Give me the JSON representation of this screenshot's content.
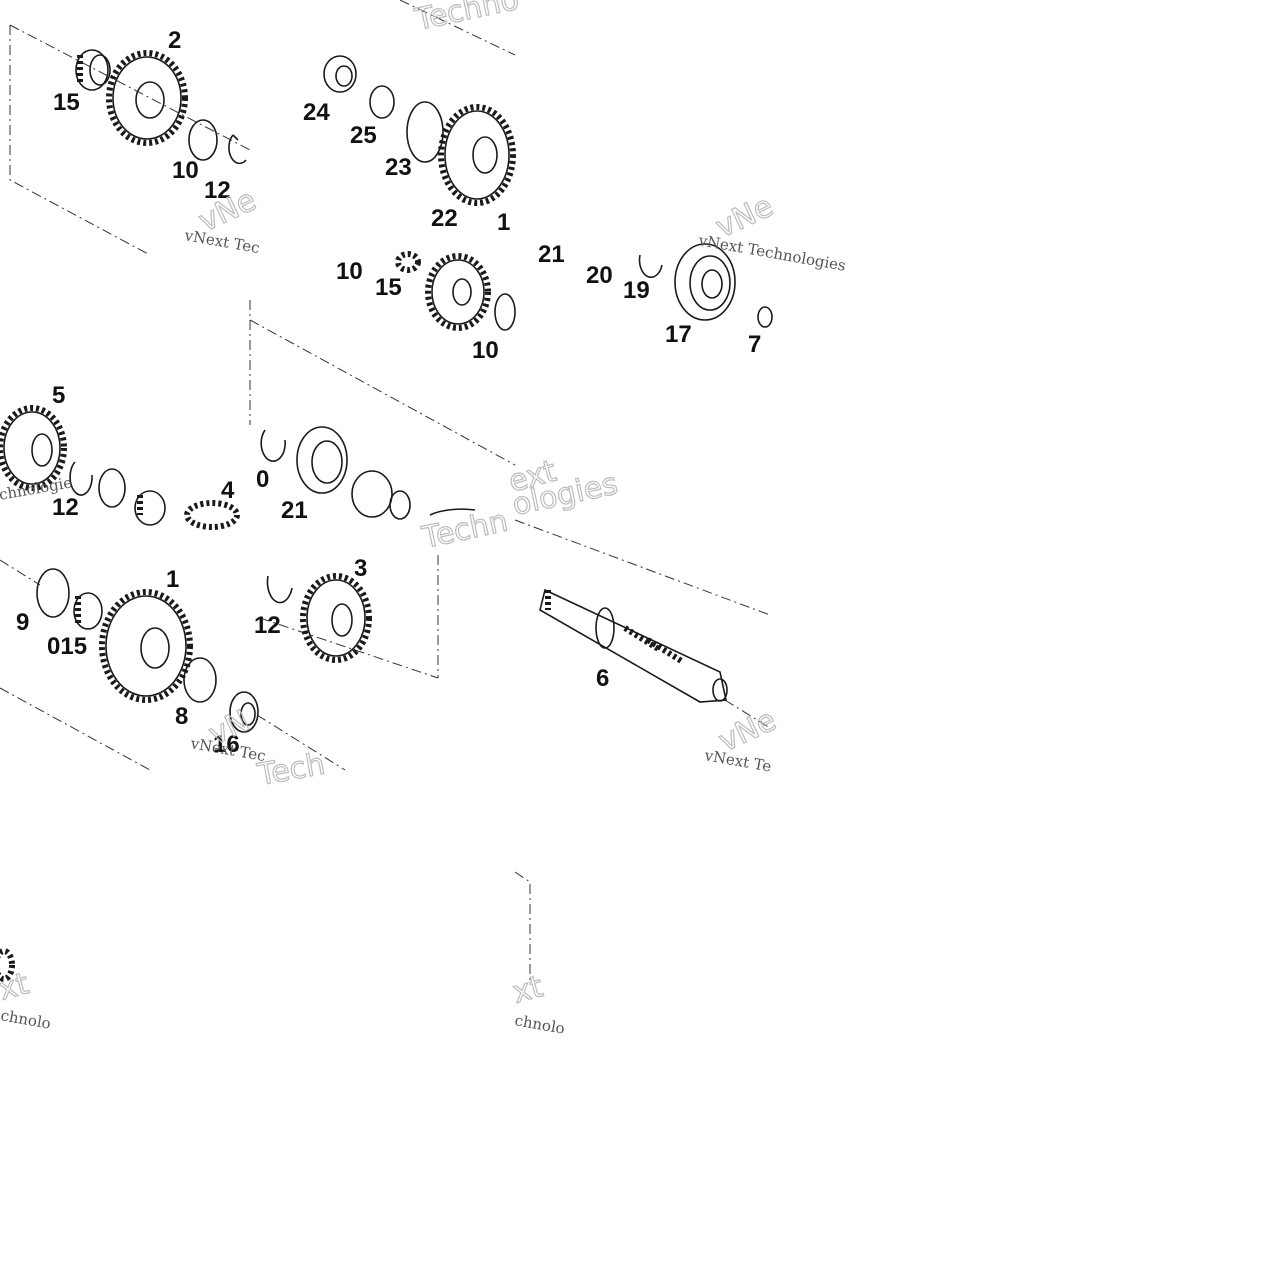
{
  "diagram": {
    "callouts": [
      "2",
      "15",
      "10",
      "12",
      "24",
      "25",
      "23",
      "22",
      "1",
      "10",
      "15",
      "10",
      "21",
      "20",
      "19",
      "17",
      "7",
      "5",
      "12",
      "4",
      "0",
      "21",
      "1",
      "9",
      "015",
      "8",
      "16",
      "12",
      "3",
      "6"
    ],
    "watermark": {
      "line": "vNext Technologies",
      "line_cut_1": "vNext Tec",
      "line_cut_2": "vNext Te",
      "line_cut_3": "chnologie",
      "line_cut_4": "chnolo",
      "word_1": "vNe",
      "word_2": "Techno",
      "word_3": "Techn",
      "word_4": "xt",
      "word_5": "vN",
      "word_6": "ext",
      "word_7": "ologies",
      "word_8": "Tech"
    }
  }
}
